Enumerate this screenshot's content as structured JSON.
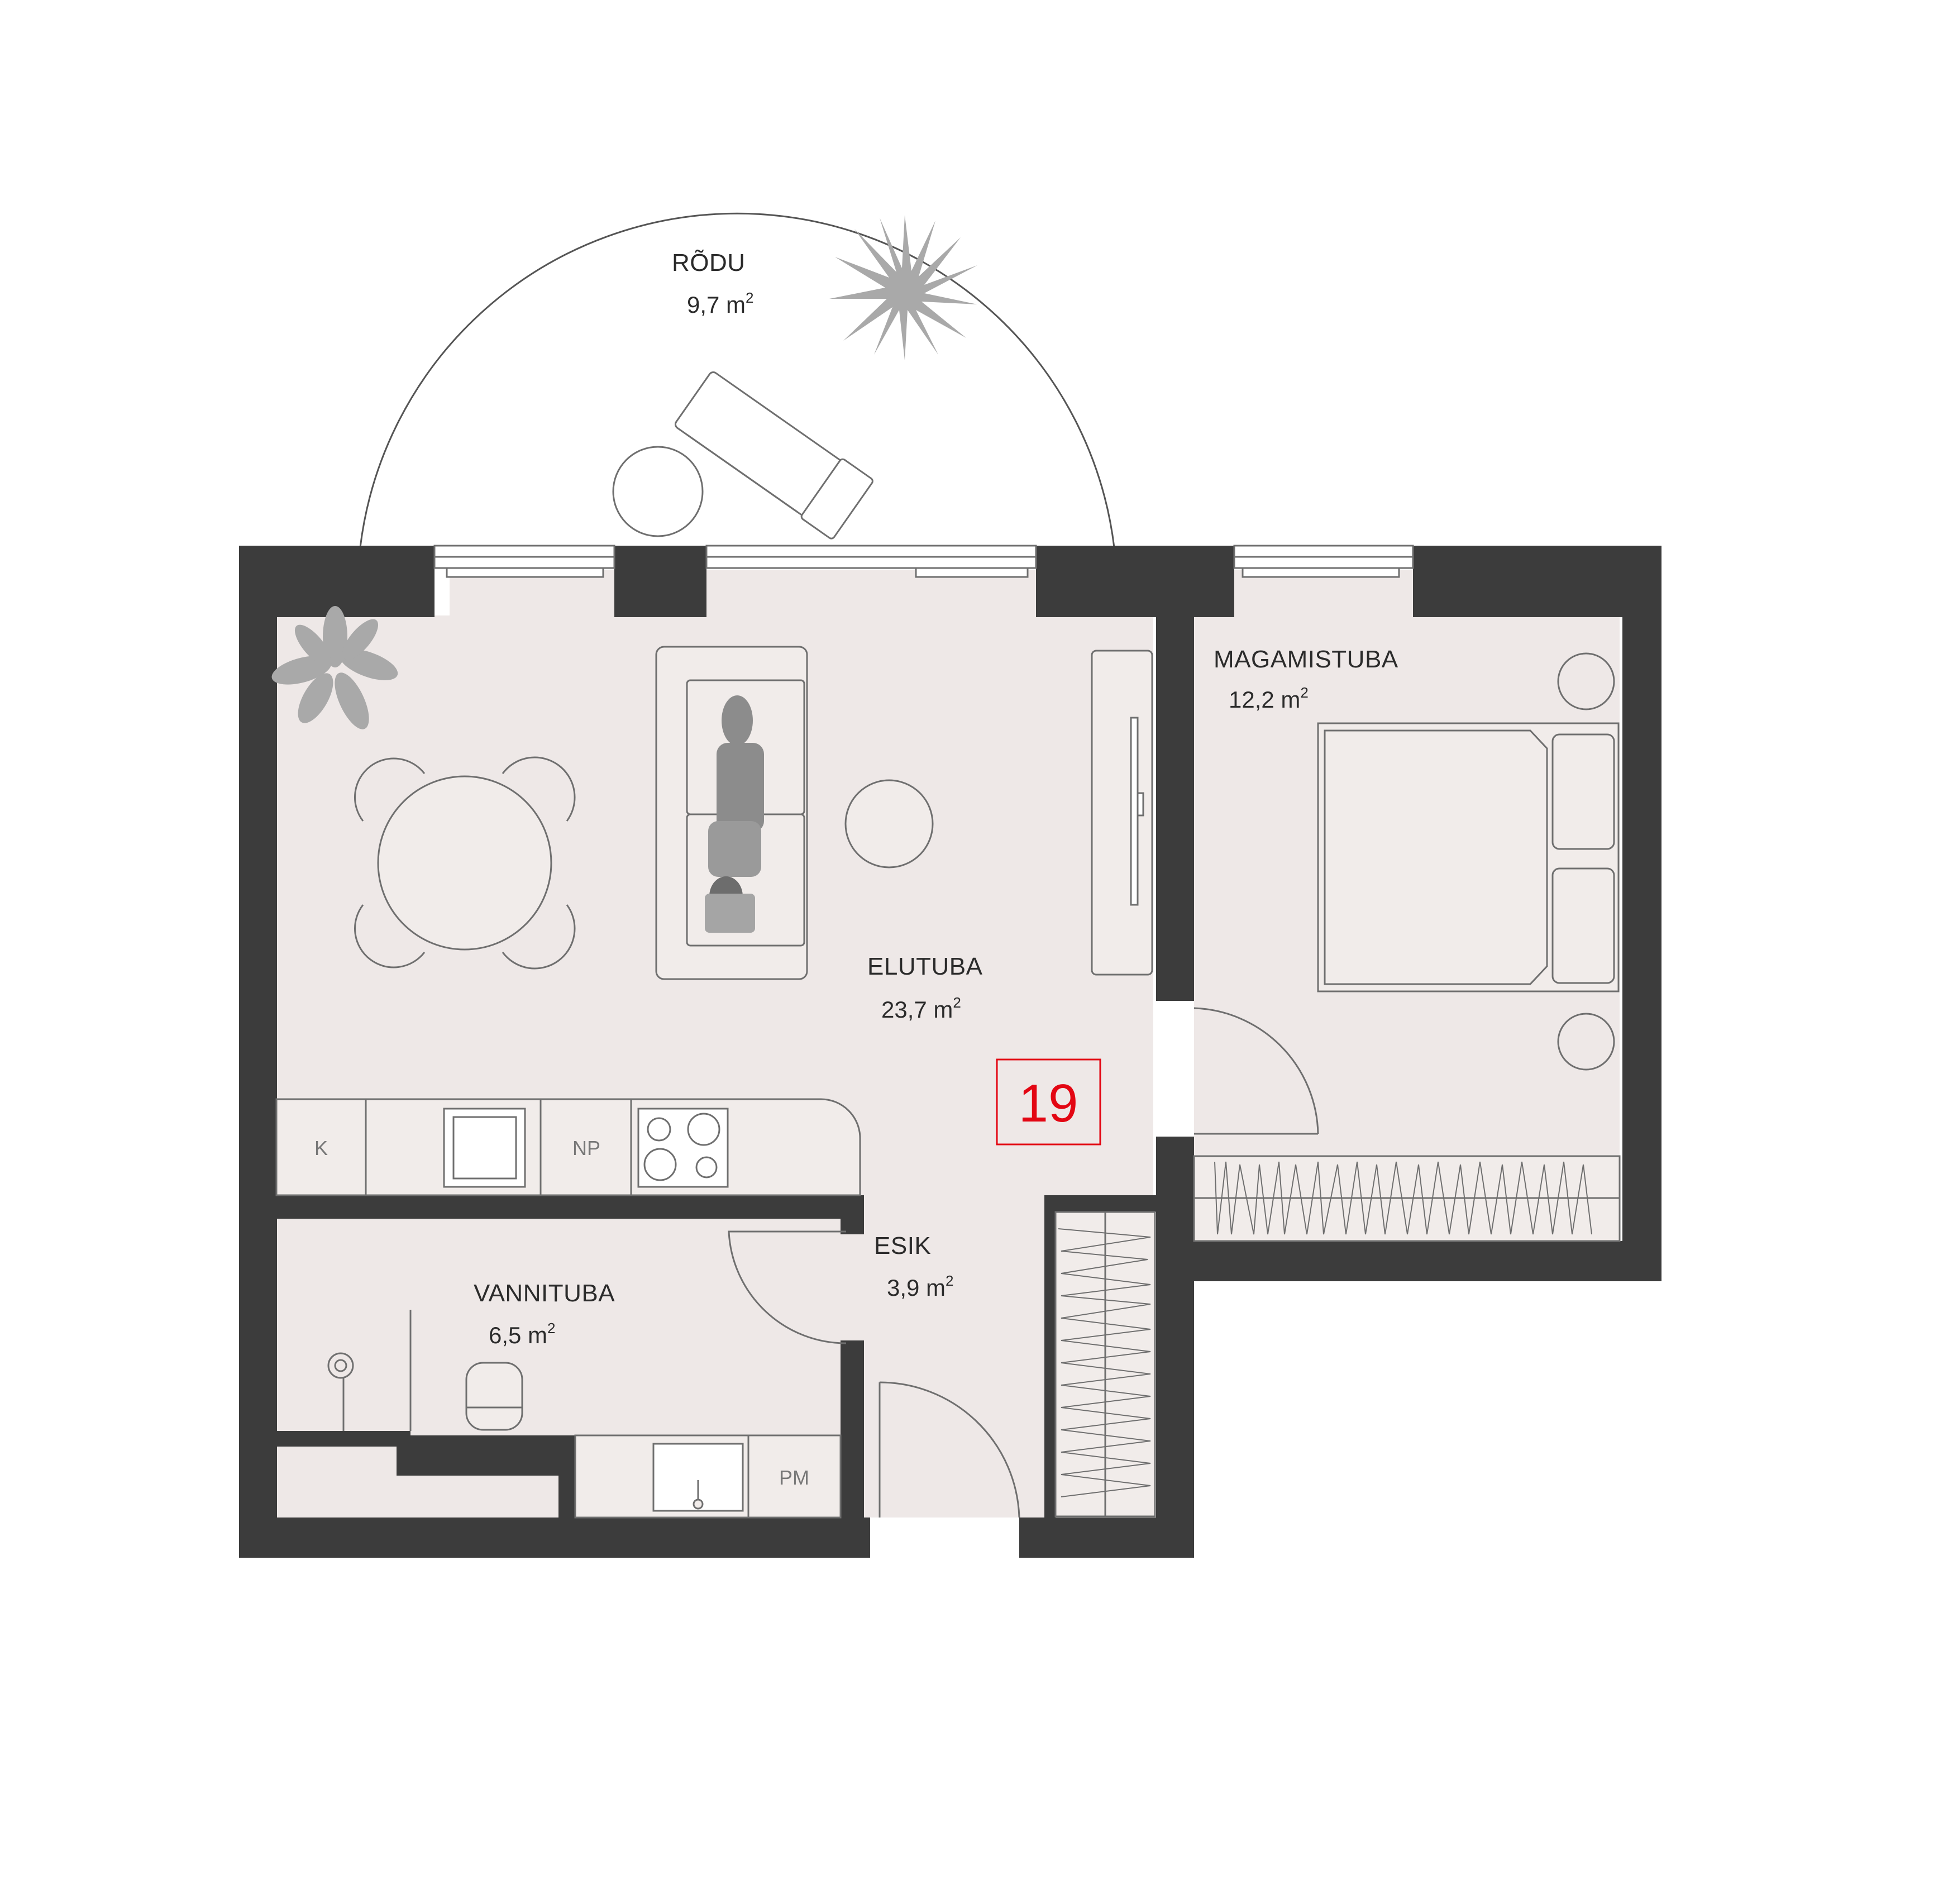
{
  "colors": {
    "wall": "#3c3c3c",
    "floor": "#eee8e7",
    "line": "#6f6f6f",
    "furniture_fill": "#f1ecea",
    "plant": "#a9a9a9",
    "accent": "#e30613"
  },
  "unit": {
    "number": "19"
  },
  "rooms": {
    "balcony": {
      "name": "RÕDU",
      "area": "9,7 m",
      "sup": "2"
    },
    "living": {
      "name": "ELUTUBA",
      "area": "23,7 m",
      "sup": "2"
    },
    "bedroom": {
      "name": "MAGAMISTUBA",
      "area": "12,2 m",
      "sup": "2"
    },
    "hall": {
      "name": "ESIK",
      "area": "3,9 m",
      "sup": "2"
    },
    "bathroom": {
      "name": "VANNITUBA",
      "area": "6,5 m",
      "sup": "2"
    }
  },
  "fixtures": {
    "fridge": "K",
    "dishwasher": "NP",
    "washing_machine": "PM"
  },
  "icons": [
    "plant-icon",
    "sofa-icon",
    "person-icon",
    "bed-icon",
    "dining-table-icon",
    "sun-lounger-icon",
    "toilet-icon",
    "sink-icon",
    "shower-icon",
    "stove-icon",
    "tv-icon",
    "wardrobe-icon",
    "door-icon",
    "window-icon"
  ]
}
